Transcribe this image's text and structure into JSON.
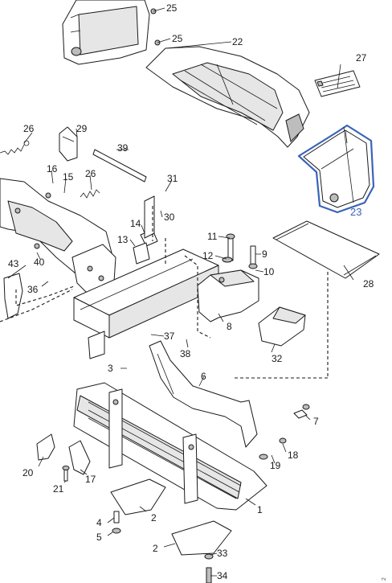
{
  "diagram_type": "exploded parts diagram",
  "highlighted_part": "23",
  "highlight_color": "#3a63b8",
  "line_color": "#1a1a1a",
  "callouts": [
    "25",
    "25",
    "22",
    "27",
    "26",
    "29",
    "39",
    "23",
    "16",
    "15",
    "26",
    "31",
    "30",
    "14",
    "11",
    "9",
    "12",
    "10",
    "13",
    "28",
    "43",
    "40",
    "36",
    "8",
    "37",
    "38",
    "32",
    "3",
    "6",
    "7",
    "19",
    "18",
    "20",
    "17",
    "21",
    "1",
    "4",
    "2",
    "5",
    "2",
    "33",
    "34"
  ],
  "figure_code": "2"
}
